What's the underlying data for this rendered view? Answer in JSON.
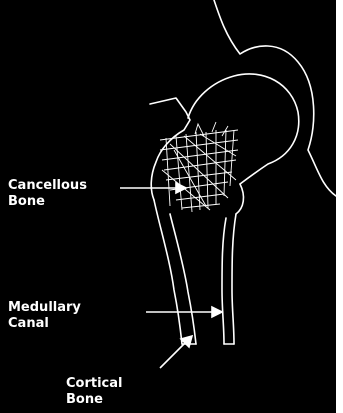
{
  "figure": {
    "background_color": "#000000",
    "line_color": "#ffffff"
  },
  "labels": {
    "cancellous_bone": {
      "line1": "Cancellous",
      "line2": "Bone"
    },
    "medullary_canal": {
      "line1": "Medullary",
      "line2": "Canal"
    },
    "cortical_bone": {
      "line1": "Cortical",
      "line2": "Bone"
    }
  }
}
